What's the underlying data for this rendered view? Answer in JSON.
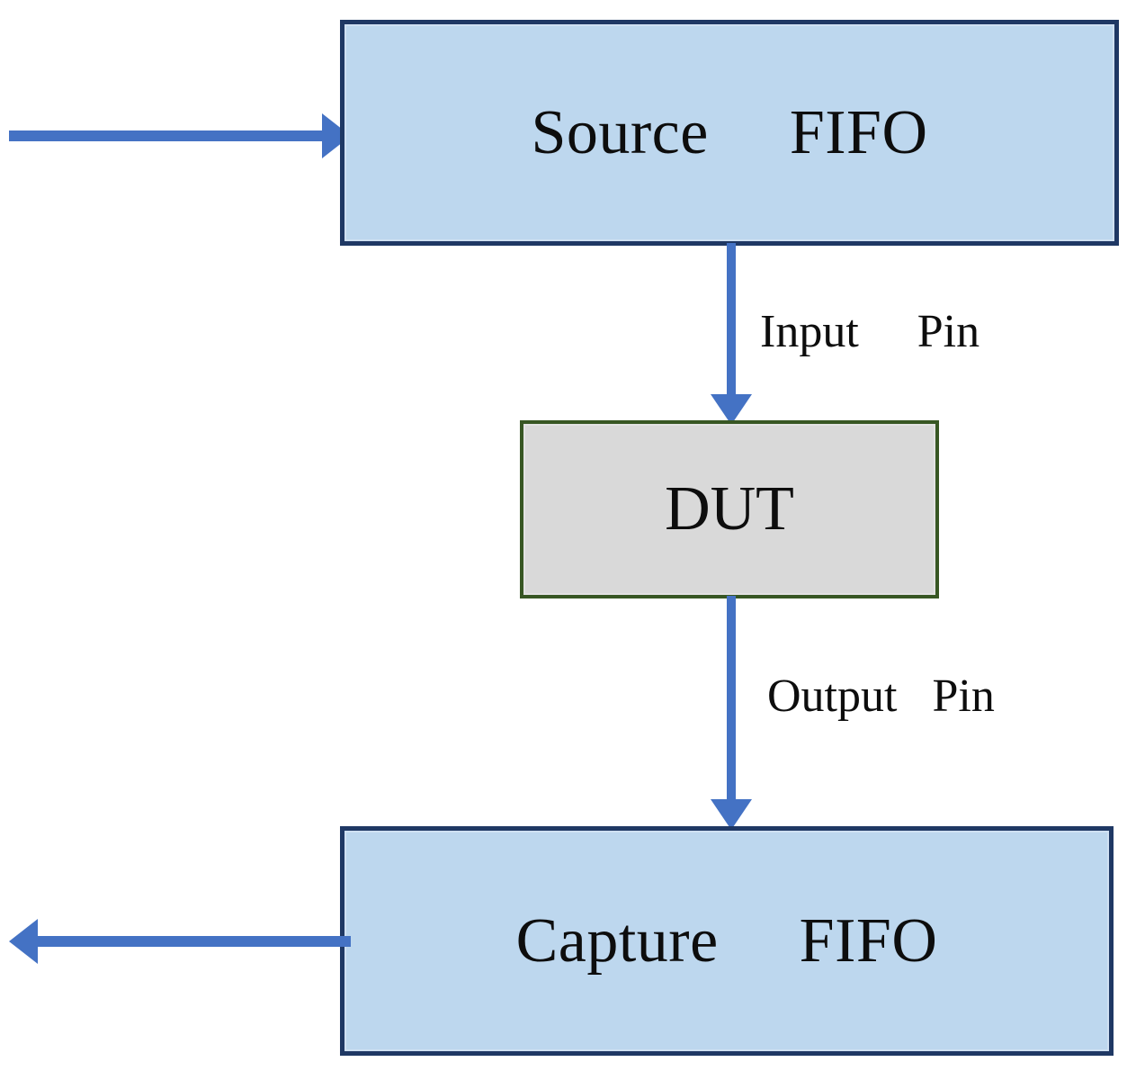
{
  "diagram": {
    "title": "Source FIFO / DUT / Capture FIFO loopback block diagram",
    "type": "block-diagram",
    "colors": {
      "fifo_fill": "#BDD7EE",
      "fifo_border": "#1F3864",
      "dut_fill": "#D9D9D9",
      "dut_border": "#375623",
      "arrow": "#4472C4",
      "text": "#0D0D0D",
      "background": "#FFFFFF"
    },
    "nodes": [
      {
        "id": "source-fifo",
        "label": "Source     FIFO",
        "shape": "rectangle",
        "fill": "#BDD7EE",
        "border": "#1F3864"
      },
      {
        "id": "dut",
        "label": "DUT",
        "shape": "rectangle",
        "fill": "#D9D9D9",
        "border": "#375623"
      },
      {
        "id": "capture-fifo",
        "label": "Capture     FIFO",
        "shape": "rectangle",
        "fill": "#BDD7EE",
        "border": "#1F3864"
      }
    ],
    "edges": [
      {
        "id": "stimulus-in",
        "label": "",
        "from": "external",
        "to": "source-fifo",
        "direction": "right",
        "color": "#4472C4"
      },
      {
        "id": "source-to-dut",
        "label": "Input     Pin",
        "from": "source-fifo",
        "to": "dut",
        "direction": "down",
        "color": "#4472C4"
      },
      {
        "id": "dut-to-capture",
        "label": "Output   Pin",
        "from": "dut",
        "to": "capture-fifo",
        "direction": "down",
        "color": "#4472C4"
      },
      {
        "id": "response-out",
        "label": "",
        "from": "capture-fifo",
        "to": "external",
        "direction": "left",
        "color": "#4472C4"
      }
    ]
  }
}
